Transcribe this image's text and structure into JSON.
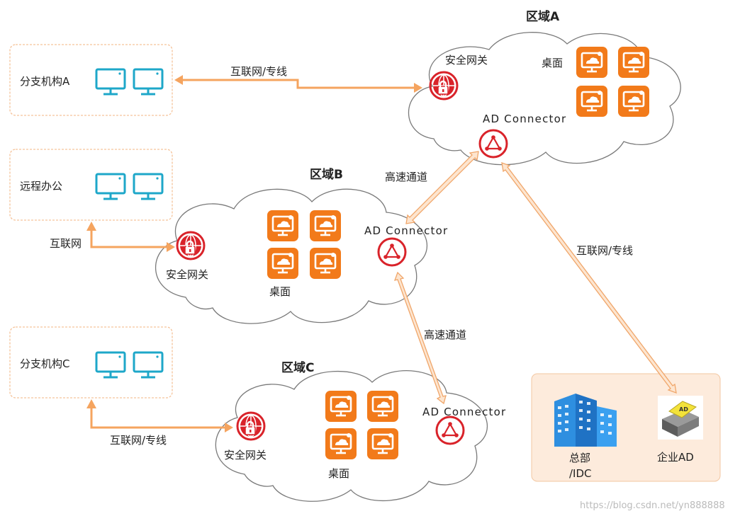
{
  "regions": {
    "a": {
      "title": "区域A",
      "gateway": "安全网关",
      "desktop": "桌面",
      "connector": "AD Connector"
    },
    "b": {
      "title": "区域B",
      "gateway": "安全网关",
      "desktop": "桌面",
      "connector": "AD Connector"
    },
    "c": {
      "title": "区域C",
      "gateway": "安全网关",
      "desktop": "桌面",
      "connector": "AD Connector"
    }
  },
  "sites": {
    "branch_a": "分支机构A",
    "remote": "远程办公",
    "branch_c": "分支机构C"
  },
  "hq": {
    "name_line1": "总部",
    "name_line2": "/IDC",
    "ad_label": "企业AD",
    "ad_box_text": "AD"
  },
  "links": {
    "branch_a": "互联网/专线",
    "remote": "互联网",
    "branch_c": "互联网/专线",
    "hq": "互联网/专线",
    "a_b": "高速通道",
    "b_c": "高速通道"
  },
  "watermark": "https://blog.csdn.net/yn888888",
  "colors": {
    "orange": "#f5a45f",
    "cyan": "#1ea7c9",
    "red": "#d9232a",
    "desktop": "#f27a1a",
    "hq_bg": "#fdebdc"
  }
}
